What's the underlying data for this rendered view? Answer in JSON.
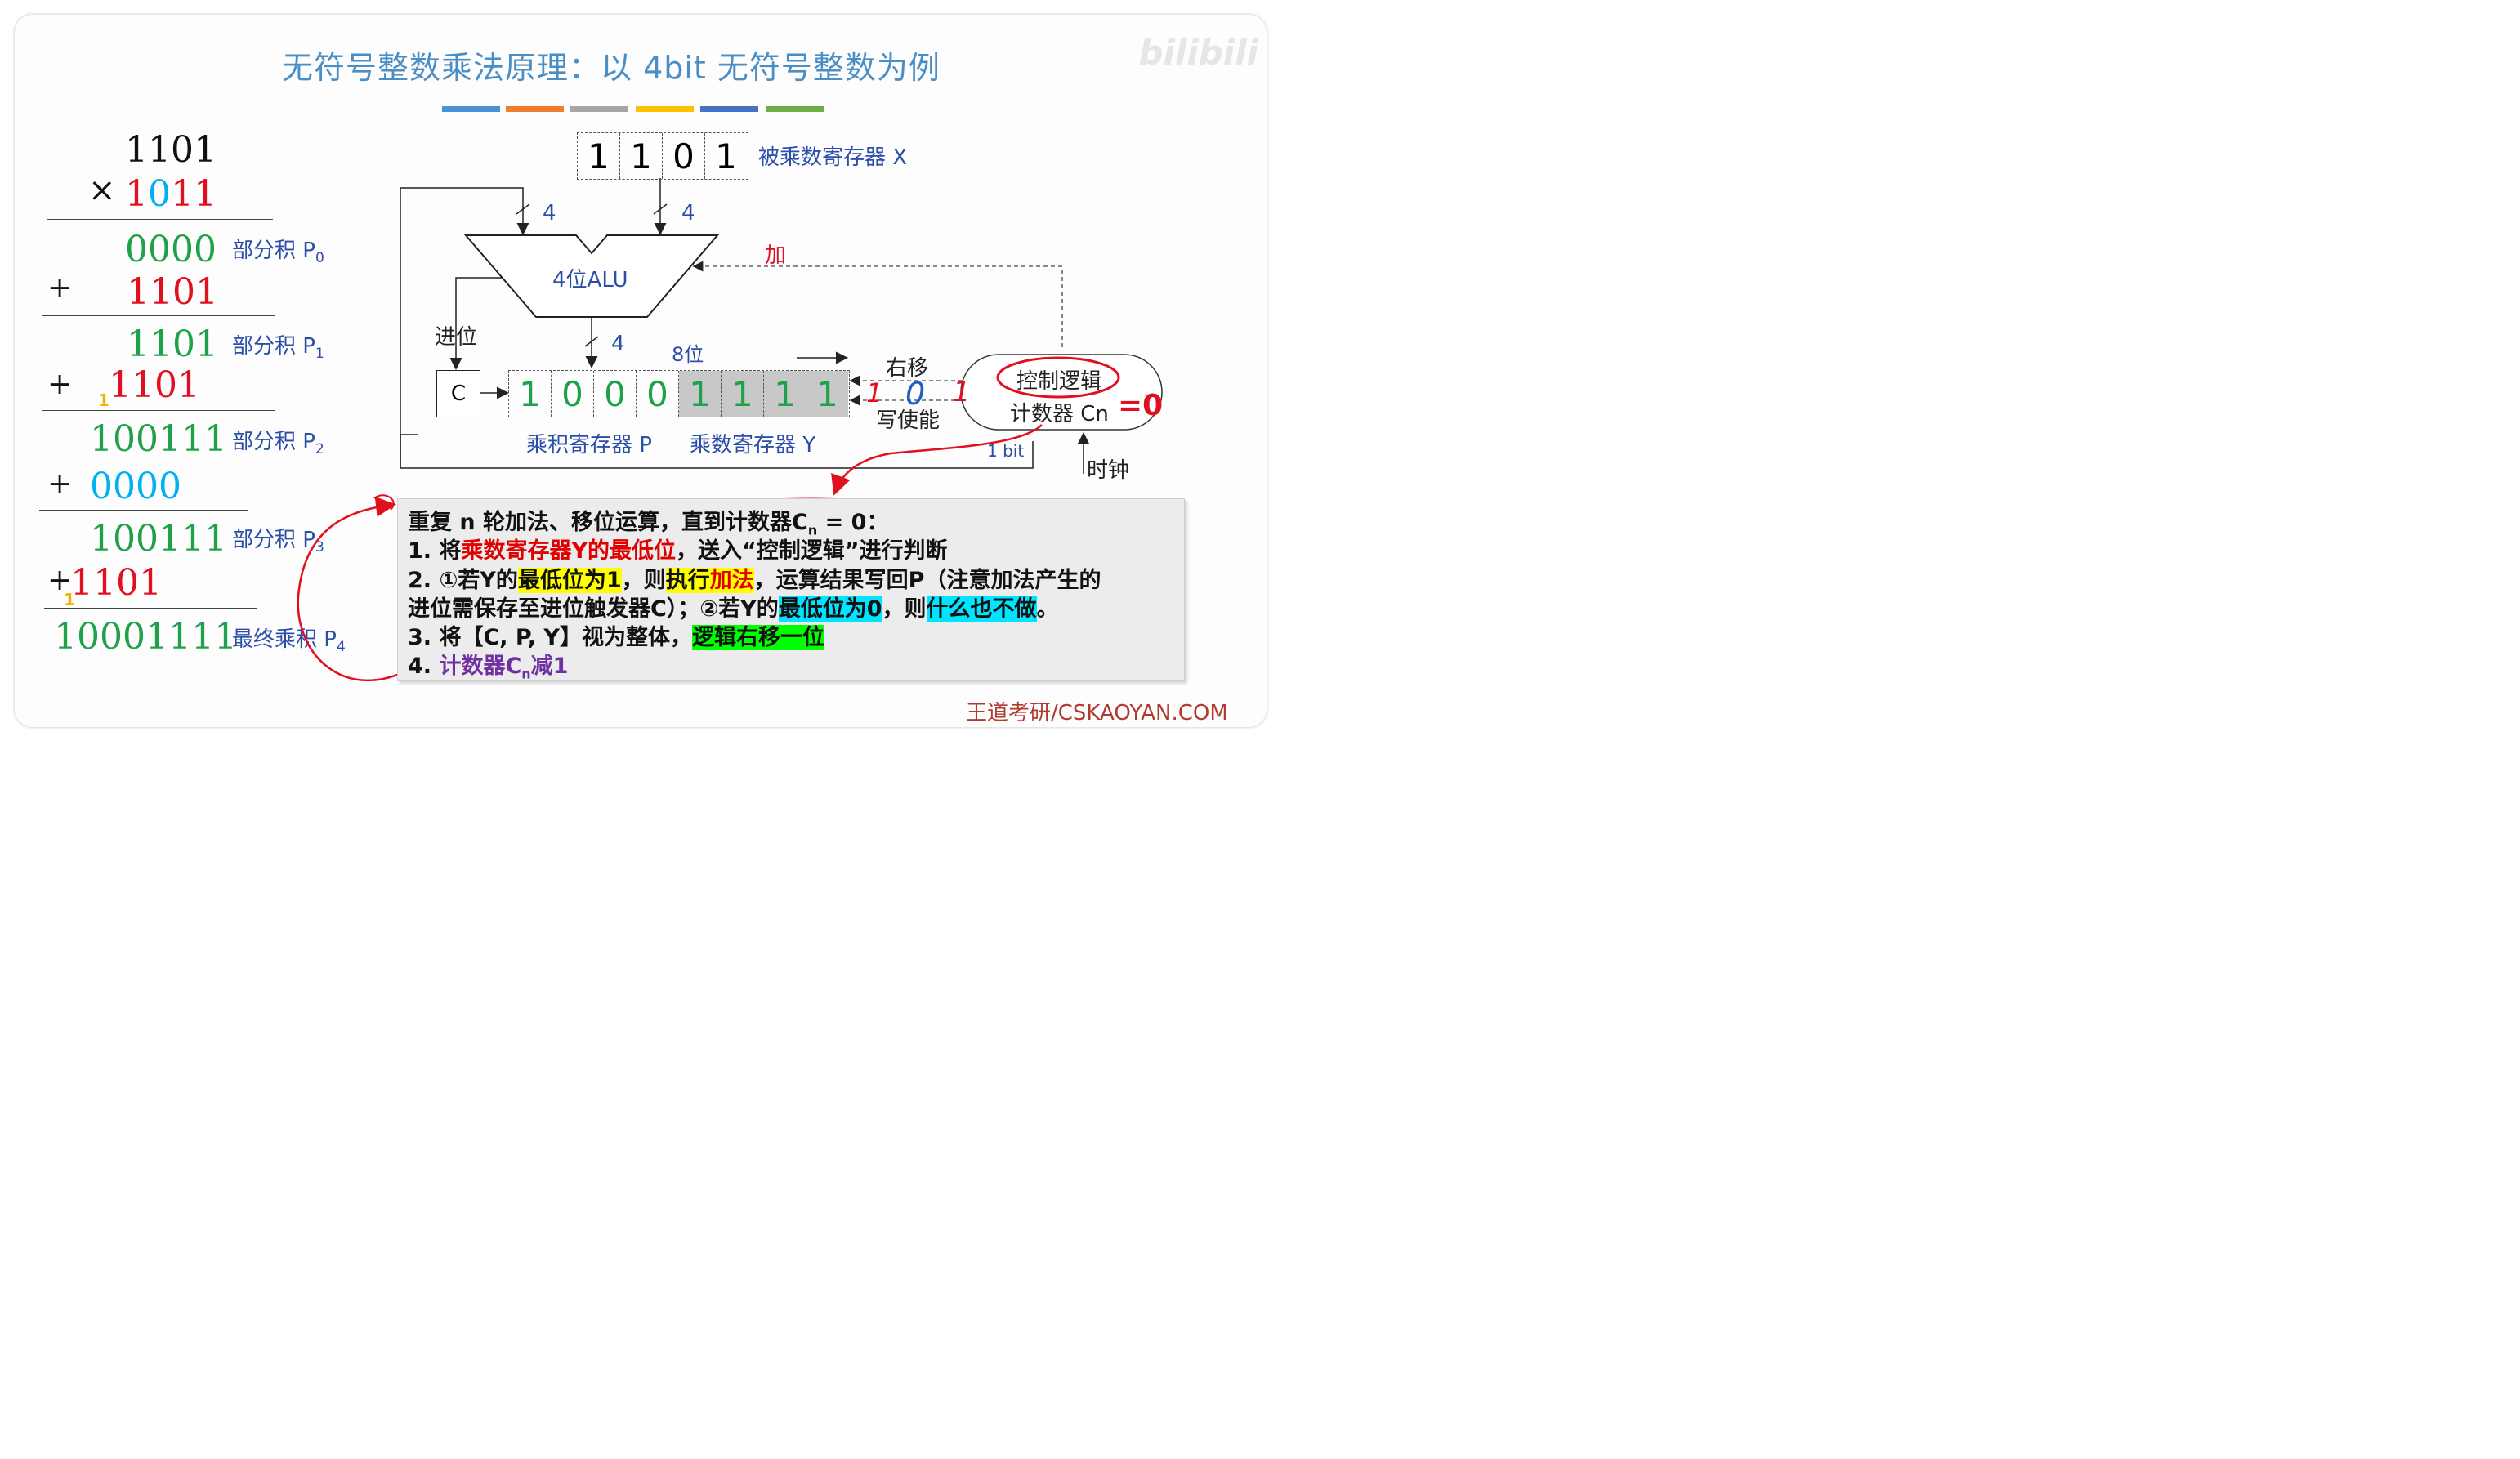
{
  "title": "无符号整数乘法原理：以 4bit 无符号整数为例",
  "watermark": "bilibili",
  "footer": "王道考研/CSKAOYAN.COM",
  "left_calc": {
    "multiplicand": "1101",
    "times_sign": "×",
    "multiplier_digits": [
      "1",
      "0",
      "1",
      "1"
    ],
    "plus": "+",
    "rows": [
      {
        "value": "0000",
        "label": "部分积 P",
        "sub": "0"
      },
      {
        "addend": "1101"
      },
      {
        "value": "1101",
        "label": "部分积 P",
        "sub": "1"
      },
      {
        "addend": "1101",
        "carry": "1"
      },
      {
        "value": "100111",
        "label": "部分积 P",
        "sub": "2"
      },
      {
        "addend": "0000"
      },
      {
        "value": "100111",
        "label": "部分积 P",
        "sub": "3"
      },
      {
        "addend": "1101",
        "carry": "1"
      },
      {
        "value": "10001111",
        "label": "最终乘积 P",
        "sub": "4"
      }
    ]
  },
  "diagram": {
    "x_register": {
      "digits": [
        "1",
        "1",
        "0",
        "1"
      ],
      "label": "被乘数寄存器 X"
    },
    "bus_width_left": "4",
    "bus_width_right": "4",
    "bus_width_out": "4",
    "alu_label": "4位ALU",
    "add_label": "加",
    "carry_label": "进位",
    "c_label": "C",
    "eight_bit_label": "8位",
    "p_digits": [
      "1",
      "0",
      "0",
      "0"
    ],
    "y_digits": [
      "1",
      "1",
      "1",
      "1"
    ],
    "p_label": "乘积寄存器 P",
    "y_label": "乘数寄存器 Y",
    "shift_label": "右移",
    "write_enable_label": "写使能",
    "control_logic": "控制逻辑",
    "counter_label": "计数器 Cn",
    "counter_value": "=0",
    "one_bit": "1 bit",
    "clock": "时钟",
    "hand_digits": [
      "1",
      "0",
      "1"
    ]
  },
  "panel": {
    "line0_a": "重复 n 轮加法、移位运算，",
    "line0_b": "直到计数器C",
    "line0_sub": "n",
    "line0_c": " = 0：",
    "line1_a": "1. 将",
    "line1_red": "乘数寄存器Y的最低位",
    "line1_b": "，送入“控制逻辑”进行判断",
    "line2_a": "2. ①若Y的",
    "line2_hl1": "最低位为1",
    "line2_b": "，则",
    "line2_hl2a": "执行",
    "line2_hl2b": "加法",
    "line2_c": "，运算结果写回P（注意加法产生的",
    "line3_a": "进位需保存至进位触发器C）；②若Y的",
    "line3_hl1": "最低位为0",
    "line3_b": "，则",
    "line3_hl2": "什么也不做",
    "line3_c": "。",
    "line4_a": "3. 将【C, P, Y】视为整体，",
    "line4_hl": "逻辑右移一位",
    "line5_a": "4. ",
    "line5_p1": "计数器C",
    "line5_sub": "n",
    "line5_p2": "减1"
  },
  "colors": {
    "title": "#4a8ec6",
    "green": "#1fa14a",
    "red": "#e01020",
    "cyan": "#00b0f0",
    "blue_digit": "#2060c0",
    "bars": [
      "#4a90d6",
      "#ee7d31",
      "#a5a5a5",
      "#ffc000",
      "#4472c4",
      "#70ad47"
    ]
  }
}
